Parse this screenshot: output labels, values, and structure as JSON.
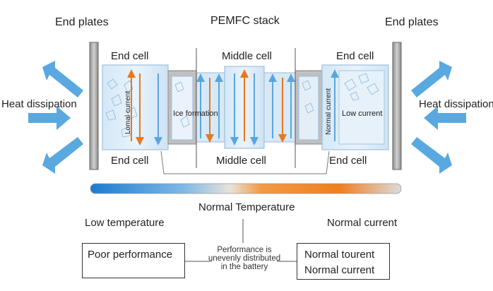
{
  "title": "PEMFC stack",
  "end_plates_left": "End plates",
  "end_plates_right": "End plates",
  "heat_left": "Heat dissipation",
  "heat_right": "Heat dissipation",
  "top_labels": {
    "left": "End cell",
    "middle": "Middle cell",
    "right": "End cell"
  },
  "bottom_labels": {
    "left": "End cell",
    "middle": "Middle cell",
    "right": "End cell"
  },
  "inner_labels": {
    "lomal_current": "Lomal current",
    "ice_formation": "Ice formation",
    "normal_current": "Normal current",
    "low_current": "Low current"
  },
  "temperature_bar": {
    "label": "Normal Temperature",
    "colors": [
      "#1d7fd0",
      "#cfe4f5",
      "#f08a2a",
      "#d9d9d9"
    ]
  },
  "low_temperature": "Low temperature",
  "normal_current_top": "Normal current",
  "poor_box": "Poor performance",
  "center_note": [
    "Performance is",
    "unevenly distributed",
    "in the battery"
  ],
  "right_box": [
    "Normal tourent",
    "Normal current"
  ]
}
